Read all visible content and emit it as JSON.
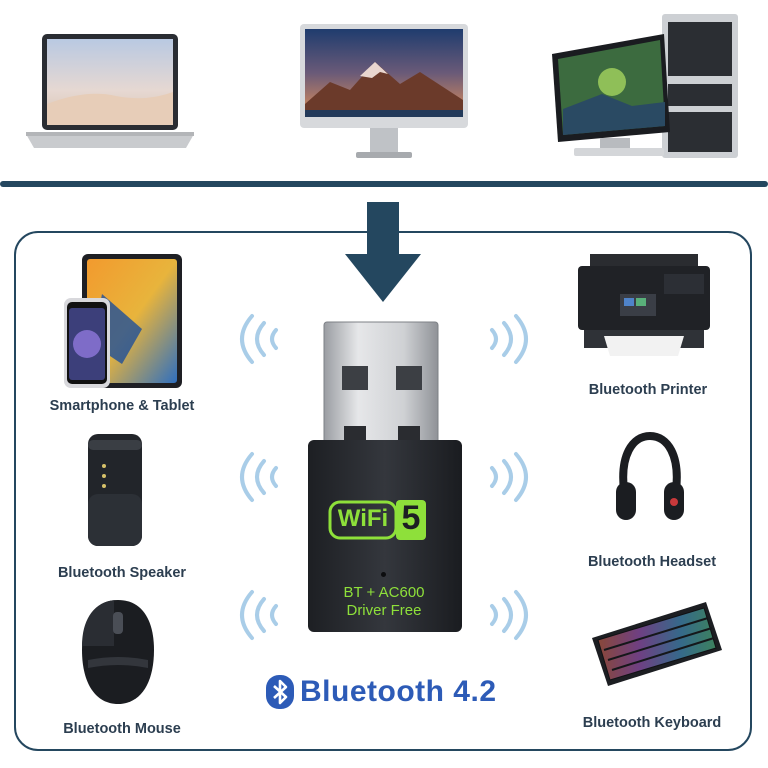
{
  "devices_top": {
    "laptop": "laptop",
    "imac": "all-in-one desktop",
    "pc": "desktop pc"
  },
  "left_devices": [
    {
      "label": "Smartphone & Tablet",
      "icon": "tablet-phone-icon"
    },
    {
      "label": "Bluetooth Speaker",
      "icon": "speaker-icon"
    },
    {
      "label": "Bluetooth Mouse",
      "icon": "mouse-icon"
    }
  ],
  "right_devices": [
    {
      "label": "Bluetooth Printer",
      "icon": "printer-icon"
    },
    {
      "label": "Bluetooth Headset",
      "icon": "headset-icon"
    },
    {
      "label": "Bluetooth Keyboard",
      "icon": "keyboard-icon"
    }
  ],
  "adapter": {
    "logo_word": "WiFi",
    "logo_number": "5",
    "line1": "BT + AC600",
    "line2": "Driver Free"
  },
  "bluetooth_title": "Bluetooth 4.2",
  "colors": {
    "accent": "#24475f",
    "bluetooth_blue": "#2d5bb7",
    "wifi_green": "#8ee03a",
    "wave_blue": "#a9cde8"
  }
}
